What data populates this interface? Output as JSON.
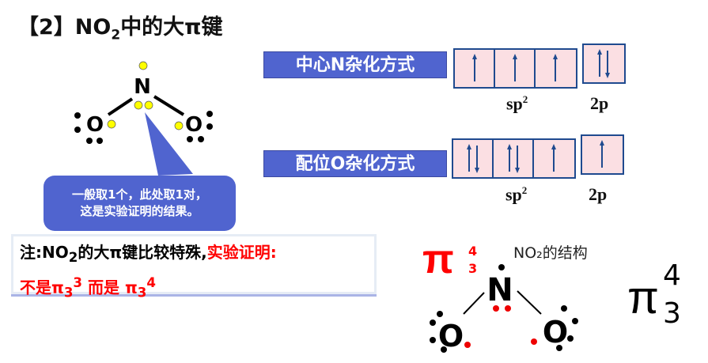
{
  "title": {
    "prefix": "【2】NO",
    "sub": "2",
    "suffix": "中的大π键"
  },
  "bubble": {
    "line1": "一般取1个，此处取1对，",
    "line2": "这是实验证明的结果。"
  },
  "note": {
    "black1": "注:NO",
    "sub": "2",
    "black2": "的大π键比较特殊,",
    "red1": "实验证明:",
    "line2a": "不是π",
    "line2a_sub": "3",
    "line2a_sup": "3",
    "line2b": " 而是 π",
    "line2b_sub": "3",
    "line2b_sup": "4"
  },
  "molecule_left": {
    "n": "N",
    "o1": "O",
    "o2": "O"
  },
  "rows": [
    {
      "label": "中心N杂化方式",
      "sp2": [
        "up",
        "up",
        "up"
      ],
      "p": [
        "updown"
      ],
      "sp2_label": "sp",
      "sp2_sup": "2",
      "p_label": "2p"
    },
    {
      "label": "配位O杂化方式",
      "sp2": [
        "updown",
        "updown",
        "up"
      ],
      "p": [
        "up"
      ],
      "sp2_label": "sp",
      "sp2_sup": "2",
      "p_label": "2p"
    }
  ],
  "image": {
    "caption": "NO₂的结构",
    "pi": "π",
    "pi_sup": "4",
    "pi_sub": "3",
    "n": "N",
    "o1": "O",
    "o2": "O",
    "big_pi": "π",
    "big_sup": "4",
    "big_sub": "3"
  },
  "colors": {
    "accent": "#5064cf",
    "red": "#ff0000",
    "orbital_fill": "#fbdfe3",
    "orbital_border": "#1f4a8f",
    "electron": "#ffff00"
  }
}
